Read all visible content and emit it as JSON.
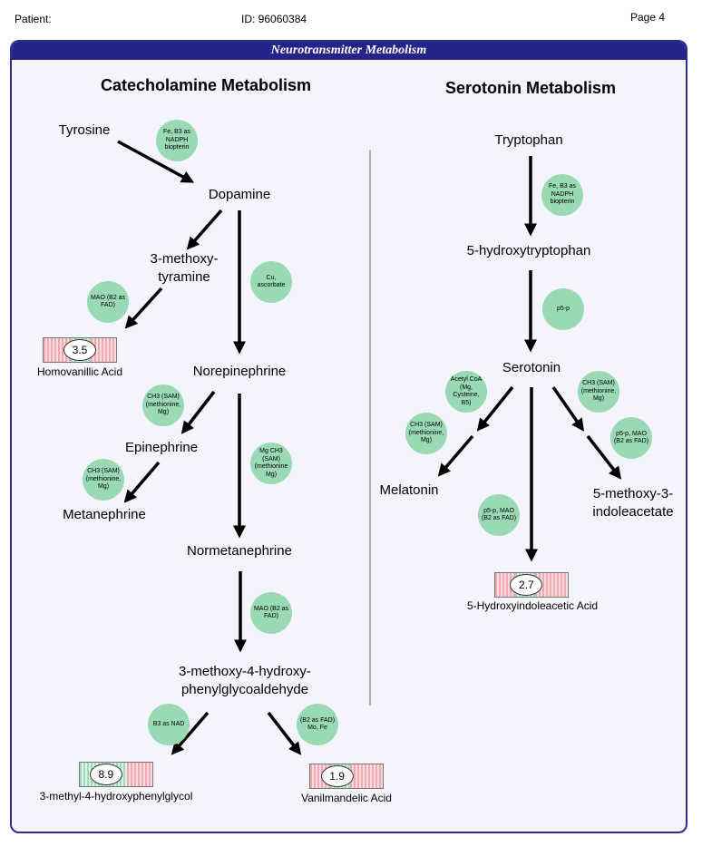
{
  "header": {
    "patient_label": "Patient:",
    "id_label": "ID: 96060384",
    "page_label": "Page 4"
  },
  "panel": {
    "title": "Neurotransmitter Metabolism"
  },
  "catecholamine": {
    "title": "Catecholamine Metabolism",
    "nodes": {
      "tyrosine": "Tyrosine",
      "dopamine": "Dopamine",
      "methoxytyramine_1": "3-methoxy-",
      "methoxytyramine_2": "tyramine",
      "norepinephrine": "Norepinephrine",
      "epinephrine": "Epinephrine",
      "metanephrine": "Metanephrine",
      "normetanephrine": "Normetanephrine",
      "aldehyde_1": "3-methoxy-4-hydroxy-",
      "aldehyde_2": "phenylglycoaldehyde"
    },
    "cofactors": {
      "tyr_dop": "Fe, B3 as NADPH biopterin",
      "dop_norepi": "Cu, ascorbate",
      "mt_hva": "MAO (B2 as FAD)",
      "ne_epi": "CH3 (SAM) (methionine, Mg)",
      "ne_nme": "Mg CH3 (SAM) (methionine Mg)",
      "epi_met": "CH3 (SAM) (methionine, Mg)",
      "nme_ald": "MAO (B2 as FAD)",
      "ald_mhpg": "B3 as NAD",
      "ald_vma": "(B2 as FAD) Mo, Fe"
    },
    "results": {
      "hva": {
        "value": "3.5",
        "label": "Homovanillic Acid"
      },
      "mhpg": {
        "value": "8.9",
        "label": "3-methyl-4-hydroxyphenylglycol"
      },
      "vma": {
        "value": "1.9",
        "label": "Vanilmandelic Acid"
      }
    }
  },
  "serotonin": {
    "title": "Serotonin Metabolism",
    "nodes": {
      "tryptophan": "Tryptophan",
      "htp": "5-hydroxytryptophan",
      "serotonin": "Serotonin",
      "melatonin": "Melatonin",
      "mia_1": "5-methoxy-3-",
      "mia_2": "indoleacetate"
    },
    "cofactors": {
      "trp_htp": "Fe, B3 as NADPH biopterin",
      "htp_ser": "p5-p",
      "ser_mel_a": "Acetyl CoA (Mg, Cysteine, B5)",
      "ser_mel_b": "CH3 (SAM) (methionine, Mg)",
      "ser_mia_a": "CH3 (SAM) (methionine, Mg)",
      "ser_mia_b": "p5-p, MAO (B2 as FAD)",
      "ser_hiaa": "p5-p, MAO (B2 as FAD)"
    },
    "results": {
      "hiaa": {
        "value": "2.7",
        "label": "5-Hydroxyindoleacetic Acid"
      }
    }
  },
  "colors": {
    "panel_border": "#2d2d8c",
    "panel_title_bg": "#23238a",
    "panel_bg": "#f4f4fd",
    "cofactor": "#99d9b4",
    "result_red": "#f3a7ae",
    "result_green": "#9fdbb8"
  }
}
